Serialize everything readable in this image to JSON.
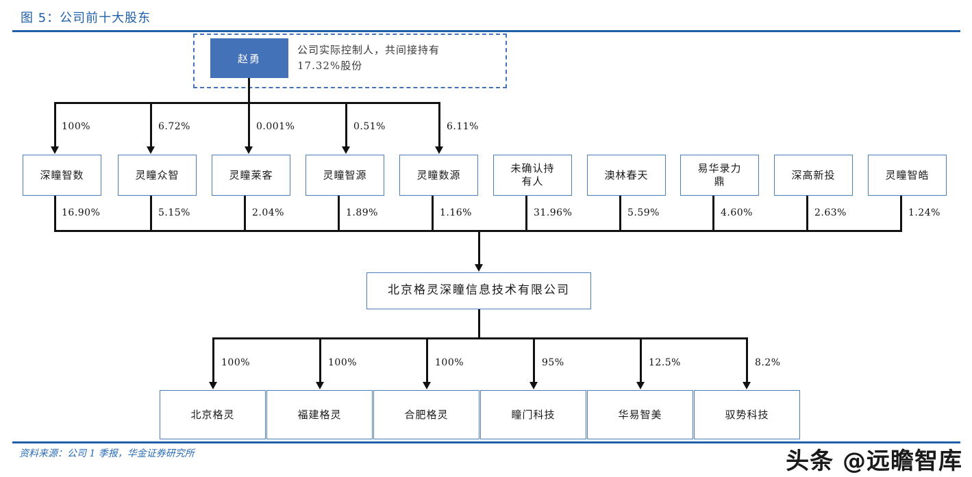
{
  "figure": {
    "title": "图 5：公司前十大股东",
    "source": "资料来源：公司 1 季报，华金证券研究所",
    "watermark": "头条 @远瞻智库",
    "accent_color": "#1f5fa9",
    "box_border_color": "#4a7ebb",
    "owner_fill_color": "#4472b8",
    "connector_color": "#111111"
  },
  "owner": {
    "name": "赵勇",
    "note": "公司实际控制人，共间接持有\n17.32%股份"
  },
  "chart_data": {
    "type": "diagram",
    "title": "图 5：公司前十大股东",
    "root": "北京格灵深瞳信息技术有限公司",
    "controller": {
      "name": "赵勇",
      "indirect_stake": "17.32%"
    },
    "controller_to_shareholders": [
      {
        "shareholder": "深瞳智数",
        "percent": "100%"
      },
      {
        "shareholder": "灵瞳众智",
        "percent": "6.72%"
      },
      {
        "shareholder": "灵瞳莱客",
        "percent": "0.001%"
      },
      {
        "shareholder": "灵瞳智源",
        "percent": "0.51%"
      },
      {
        "shareholder": "灵瞳数源",
        "percent": "6.11%"
      }
    ],
    "shareholders_to_company": [
      {
        "name": "深瞳智数",
        "percent": "16.90%"
      },
      {
        "name": "灵瞳众智",
        "percent": "5.15%"
      },
      {
        "name": "灵瞳莱客",
        "percent": "2.04%"
      },
      {
        "name": "灵瞳智源",
        "percent": "1.89%"
      },
      {
        "name": "灵瞳数源",
        "percent": "1.16%"
      },
      {
        "name": "未确认持有人",
        "percent": "31.96%"
      },
      {
        "name": "澳林春天",
        "percent": "5.59%"
      },
      {
        "name": "易华录力鼎",
        "percent": "4.60%"
      },
      {
        "name": "深高新投",
        "percent": "2.63%"
      },
      {
        "name": "灵瞳智皓",
        "percent": "1.24%"
      }
    ],
    "company_to_subsidiaries": [
      {
        "name": "北京格灵",
        "percent": "100%"
      },
      {
        "name": "福建格灵",
        "percent": "100%"
      },
      {
        "name": "合肥格灵",
        "percent": "100%"
      },
      {
        "name": "瞳门科技",
        "percent": "95%"
      },
      {
        "name": "华易智美",
        "percent": "12.5%"
      },
      {
        "name": "驭势科技",
        "percent": "8.2%"
      }
    ]
  },
  "shareholders": [
    {
      "label": "深瞳智数",
      "top_pct": "100%",
      "bottom_pct": "16.90%"
    },
    {
      "label": "灵瞳众智",
      "top_pct": "6.72%",
      "bottom_pct": "5.15%"
    },
    {
      "label": "灵瞳莱客",
      "top_pct": "0.001%",
      "bottom_pct": "2.04%"
    },
    {
      "label": "灵瞳智源",
      "top_pct": "0.51%",
      "bottom_pct": "1.89%"
    },
    {
      "label": "灵瞳数源",
      "top_pct": "6.11%",
      "bottom_pct": "1.16%"
    },
    {
      "label": "未确认持\n有人",
      "top_pct": "",
      "bottom_pct": "31.96%"
    },
    {
      "label": "澳林春天",
      "top_pct": "",
      "bottom_pct": "5.59%"
    },
    {
      "label": "易华录力\n鼎",
      "top_pct": "",
      "bottom_pct": "4.60%"
    },
    {
      "label": "深高新投",
      "top_pct": "",
      "bottom_pct": "2.63%"
    },
    {
      "label": "灵瞳智皓",
      "top_pct": "",
      "bottom_pct": "1.24%"
    }
  ],
  "company": {
    "label": "北京格灵深瞳信息技术有限公司"
  },
  "subsidiaries": [
    {
      "label": "北京格灵",
      "pct": "100%"
    },
    {
      "label": "福建格灵",
      "pct": "100%"
    },
    {
      "label": "合肥格灵",
      "pct": "100%"
    },
    {
      "label": "瞳门科技",
      "pct": "95%"
    },
    {
      "label": "华易智美",
      "pct": "12.5%"
    },
    {
      "label": "驭势科技",
      "pct": "8.2%"
    }
  ]
}
